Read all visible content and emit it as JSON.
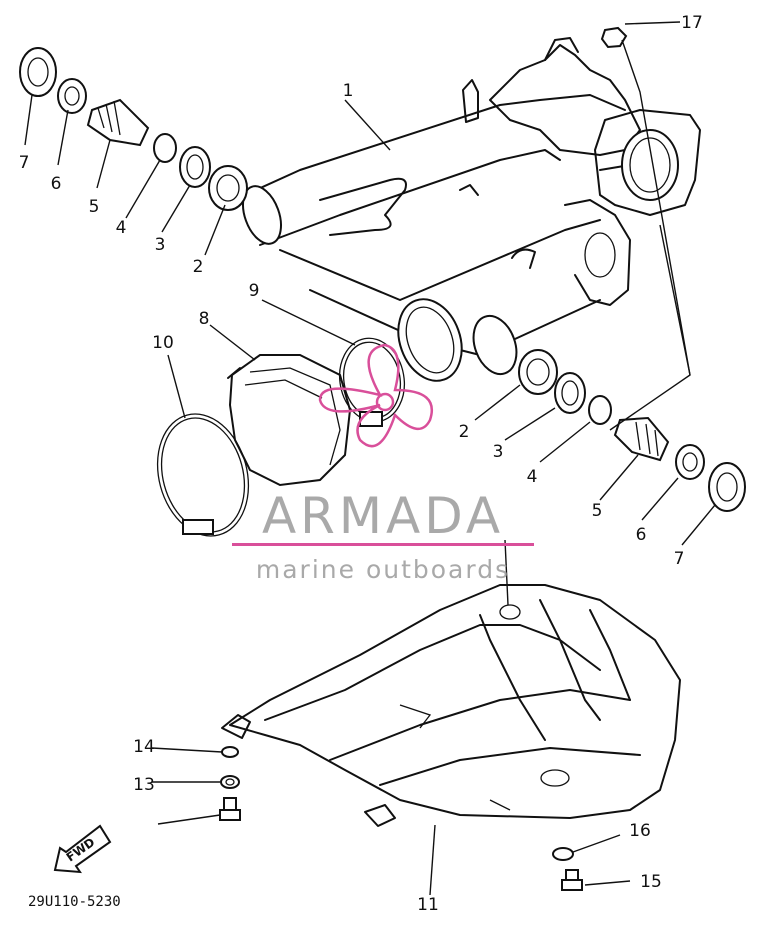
{
  "callouts": [
    {
      "label": "1"
    },
    {
      "label": "2"
    },
    {
      "label": "2"
    },
    {
      "label": "3"
    },
    {
      "label": "3"
    },
    {
      "label": "4"
    },
    {
      "label": "4"
    },
    {
      "label": "5"
    },
    {
      "label": "5"
    },
    {
      "label": "6"
    },
    {
      "label": "6"
    },
    {
      "label": "7"
    },
    {
      "label": "7"
    },
    {
      "label": "8"
    },
    {
      "label": "9"
    },
    {
      "label": "10"
    },
    {
      "label": "11"
    },
    {
      "label": "13"
    },
    {
      "label": "14"
    },
    {
      "label": "15"
    },
    {
      "label": "16"
    },
    {
      "label": "17"
    }
  ],
  "watermark": {
    "brand": "ARMADA",
    "tagline": "marine outboards",
    "color": "#9a9a9a",
    "accent_color": "#d94f9a"
  },
  "fwd_arrow_label": "FWD",
  "diagram_code": "29U110-5230"
}
